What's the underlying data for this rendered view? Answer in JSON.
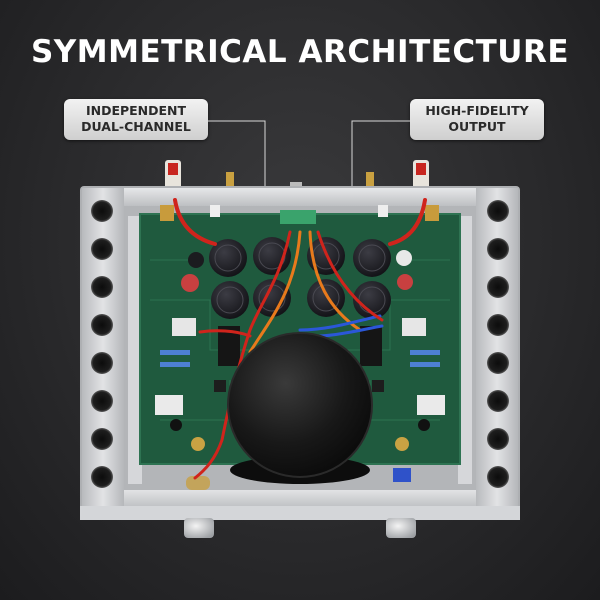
{
  "headline": "SYMMETRICAL ARCHITECTURE",
  "callouts": {
    "left": {
      "line1": "INDEPENDENT",
      "line2": "DUAL-CHANNEL"
    },
    "right": {
      "line1": "HIGH-FIDELITY",
      "line2": "OUTPUT"
    }
  },
  "colors": {
    "background": "#2a2a2c",
    "chassis": "#c9cbcf",
    "pcb": "#1f5a3e",
    "capacitor": "#1b1b1f",
    "transformer": "#151515",
    "wire_red": "#d0241c",
    "wire_orange": "#e87a1c",
    "wire_blue": "#2b57d8"
  },
  "image_subject": "stereo power amplifier internal view"
}
